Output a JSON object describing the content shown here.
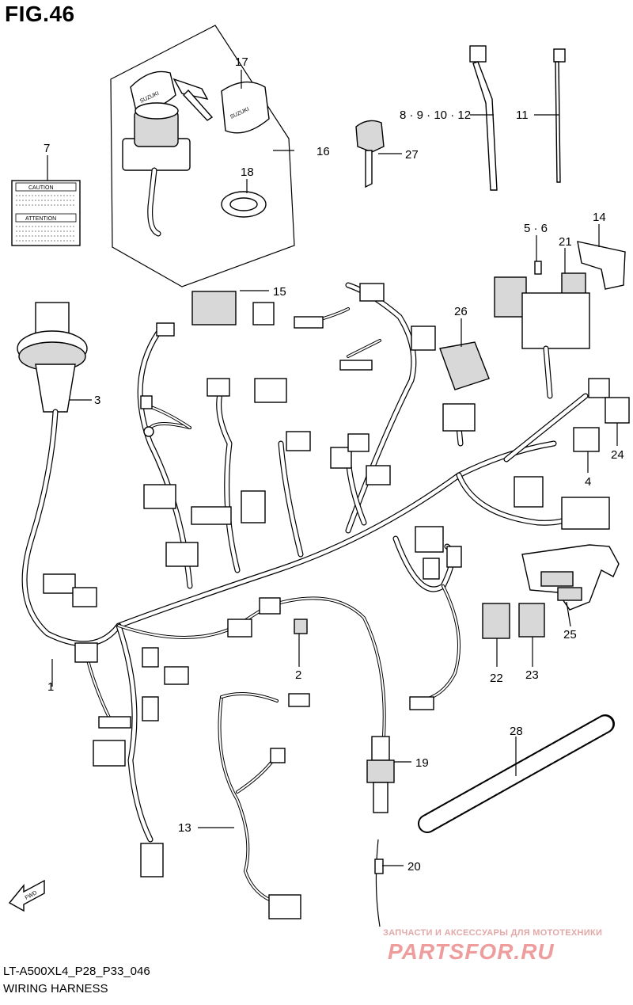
{
  "figure": {
    "title": "FIG.46",
    "code": "LT-A500XL4_P28_P33_046",
    "name": "WIRING HARNESS"
  },
  "labels": {
    "caution": "CAUTION",
    "attention": "ATTENTION",
    "fwd": "FWD",
    "suzuki": "SUZUKI"
  },
  "callouts": [
    "1",
    "2",
    "3",
    "4",
    "5 · 6",
    "7",
    "8 · 9 · 10 · 12",
    "11",
    "13",
    "14",
    "15",
    "16",
    "17",
    "18",
    "19",
    "20",
    "21",
    "22",
    "23",
    "24",
    "25",
    "26",
    "27",
    "28"
  ],
  "watermark": {
    "line1": "ЗАПЧАСТИ И АКСЕССУАРЫ ДЛЯ МОТОТЕХНИКИ",
    "line2": "PARTSFOR.RU",
    "color": "#ee9c9c"
  },
  "colors": {
    "line": "#000000",
    "background": "#ffffff",
    "part_fill_gray": "#d8d8d8"
  }
}
